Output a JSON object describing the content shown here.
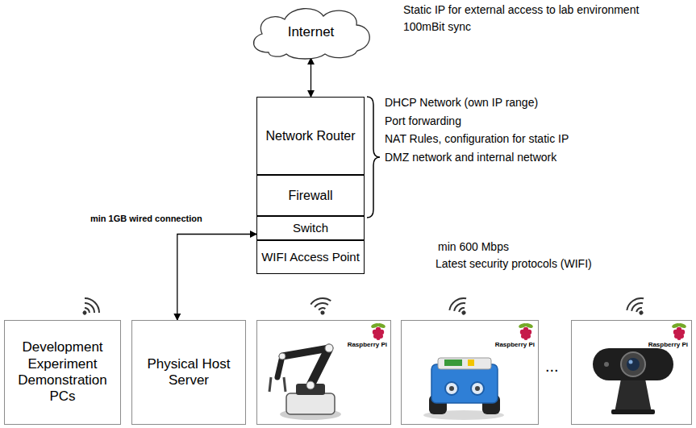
{
  "diagram": {
    "nodes": [
      {
        "text": [
          "Internet"
        ]
      },
      {
        "text": [
          "Network Router"
        ]
      },
      {
        "text": [
          "Firewall"
        ]
      },
      {
        "text": [
          "Switch"
        ]
      },
      {
        "text": [
          "WIFI Access Point"
        ]
      },
      {
        "text": [
          "Development Experiment Demonstration PCs"
        ]
      },
      {
        "text": [
          "Physical Host Server"
        ]
      },
      {
        "text": [
          "Raspberry Pi"
        ]
      },
      {
        "text": [
          "Raspberry Pi"
        ]
      },
      {
        "text": [
          "Raspberry Pi"
        ]
      }
    ],
    "edges": [
      {
        "from": 0,
        "to": 1,
        "arrow": "both"
      },
      {
        "from": 3,
        "to": 6,
        "arrow": "both"
      }
    ],
    "labels": [
      "Static IP for external access to lab environment",
      "100mBit sync",
      "DHCP Network (own IP range)",
      "Port forwarding",
      "NAT Rules, configuration for static IP",
      "DMZ network and internal network",
      "min 1GB wired connection",
      "min 600 Mbps",
      "Latest security protocols (WIFI)",
      "..."
    ]
  }
}
